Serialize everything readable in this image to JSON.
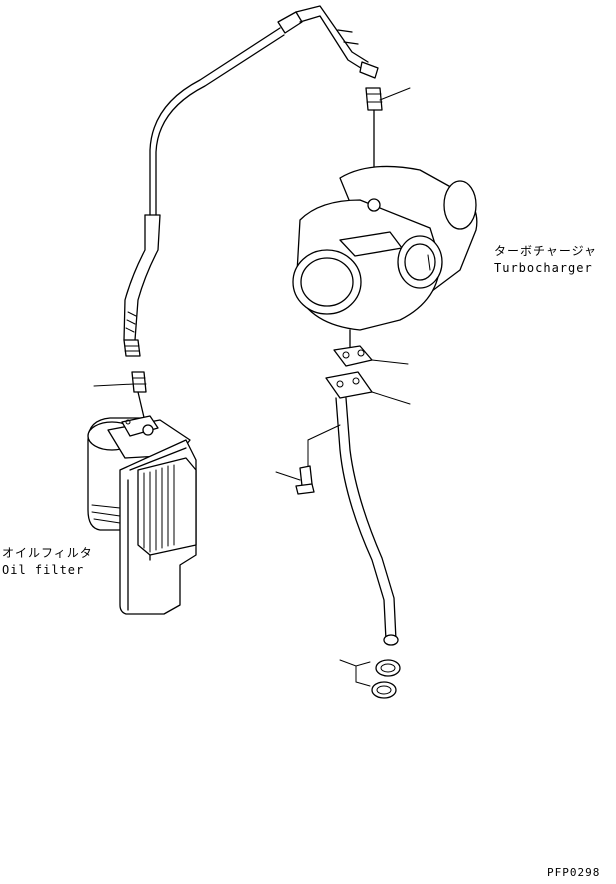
{
  "labels": {
    "turbocharger_ja": "ターボチャージャ",
    "turbocharger_en": "Turbocharger",
    "oil_filter_ja": "オイルフィルタ",
    "oil_filter_en": "Oil filter",
    "drawing_code": "PFP0298"
  }
}
